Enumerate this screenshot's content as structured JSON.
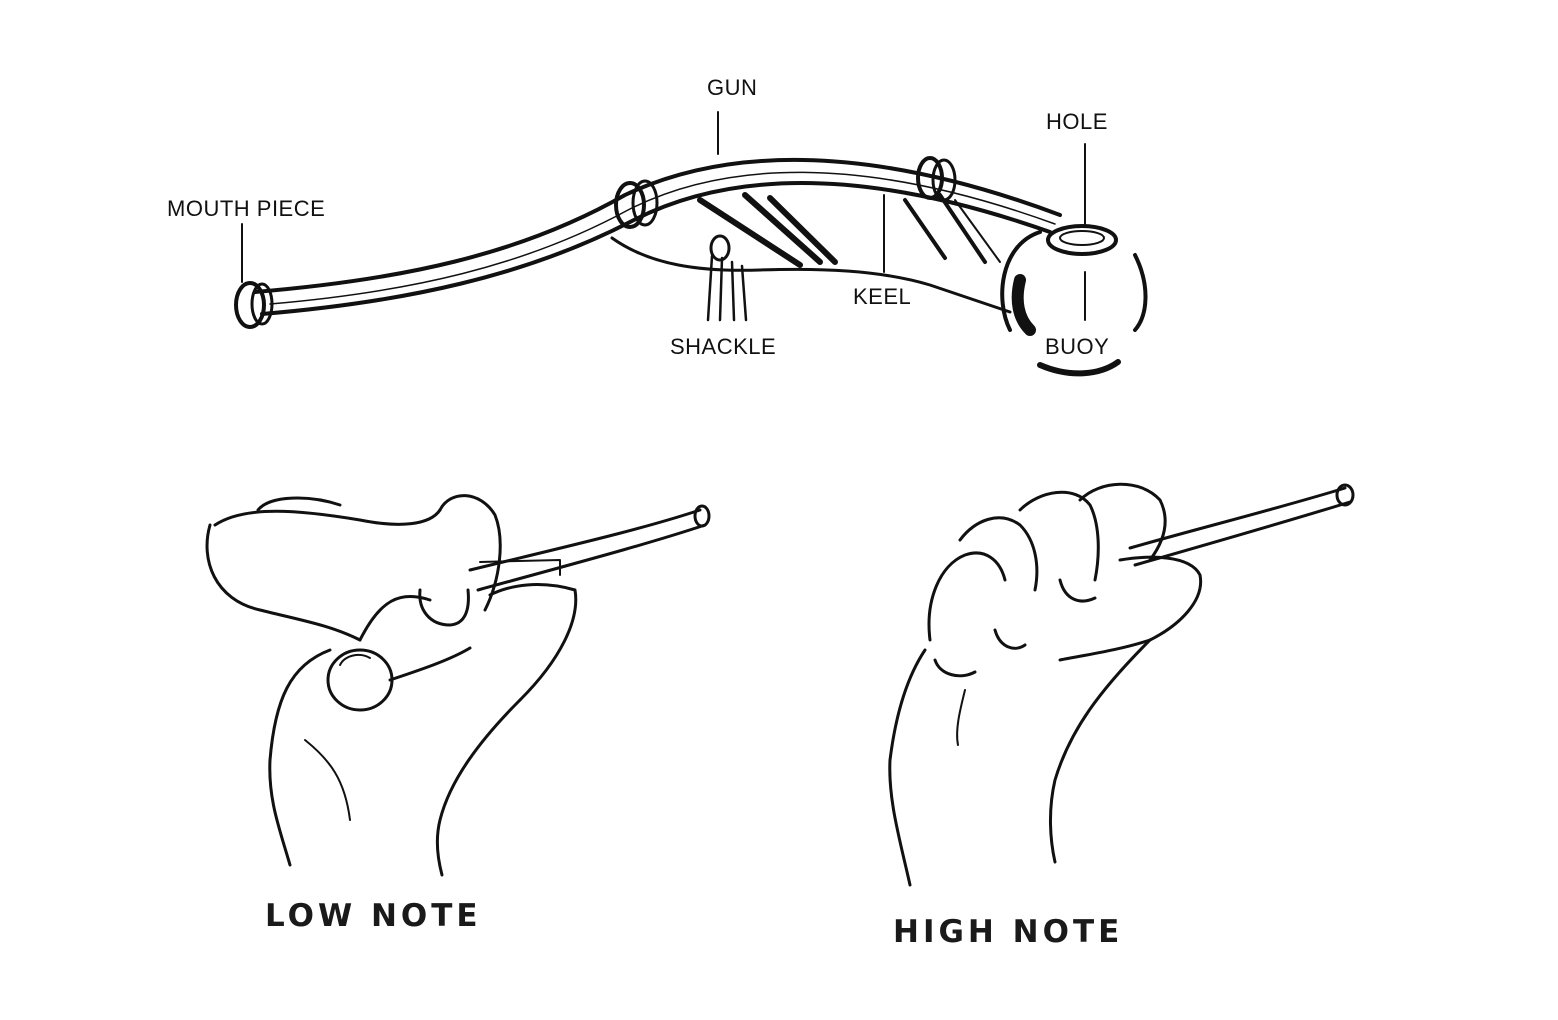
{
  "diagram": {
    "labels": {
      "gun": "GUN",
      "hole": "HOLE",
      "mouth_piece": "MOUTH PIECE",
      "keel": "KEEL",
      "shackle": "SHACKLE",
      "buoy": "BUOY"
    },
    "captions": {
      "low_note": "LOW NOTE",
      "high_note": "HIGH NOTE"
    },
    "colors": {
      "ink": "#111111",
      "paper": "#ffffff"
    }
  }
}
